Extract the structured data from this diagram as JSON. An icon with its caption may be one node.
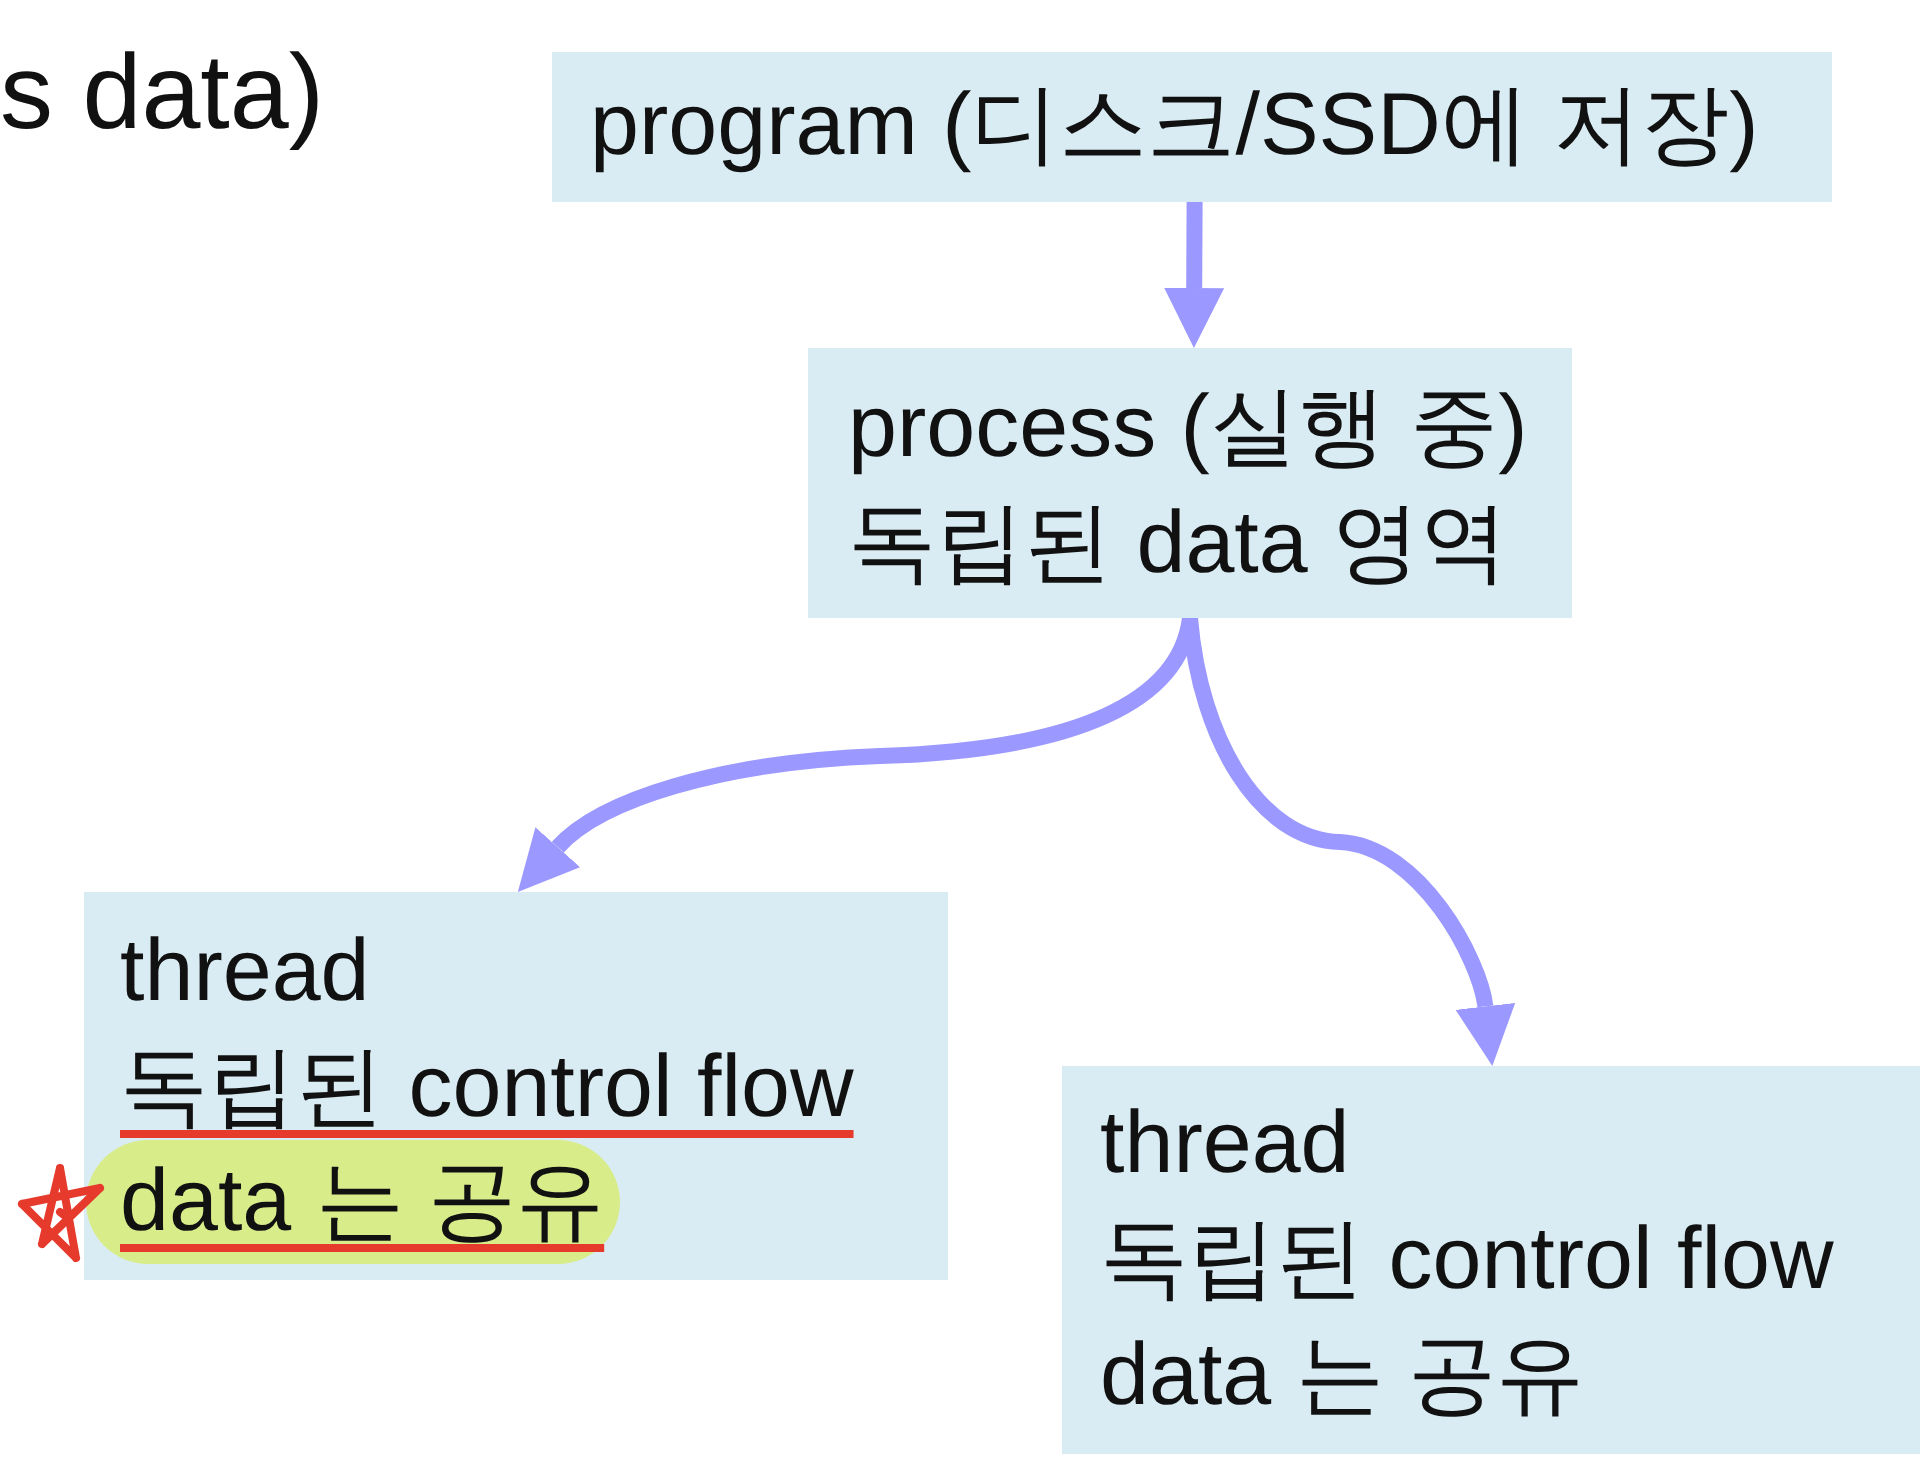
{
  "diagram": {
    "nodes": [
      {
        "text": [
          "program (디스크/SSD에 저장)"
        ]
      },
      {
        "text": [
          "process (실행 중)",
          "독립된 data 영역"
        ]
      },
      {
        "text": [
          "thread",
          "독립된 control flow",
          "data 는 공유"
        ]
      },
      {
        "text": [
          "thread",
          "독립된 control flow",
          "data 는 공유"
        ]
      }
    ],
    "edges": [
      {
        "from": 0,
        "to": 1,
        "arrow": "to"
      },
      {
        "from": 1,
        "to": 2,
        "arrow": "to"
      },
      {
        "from": 1,
        "to": 3,
        "arrow": "to"
      }
    ],
    "labels": [
      "s data)"
    ]
  }
}
